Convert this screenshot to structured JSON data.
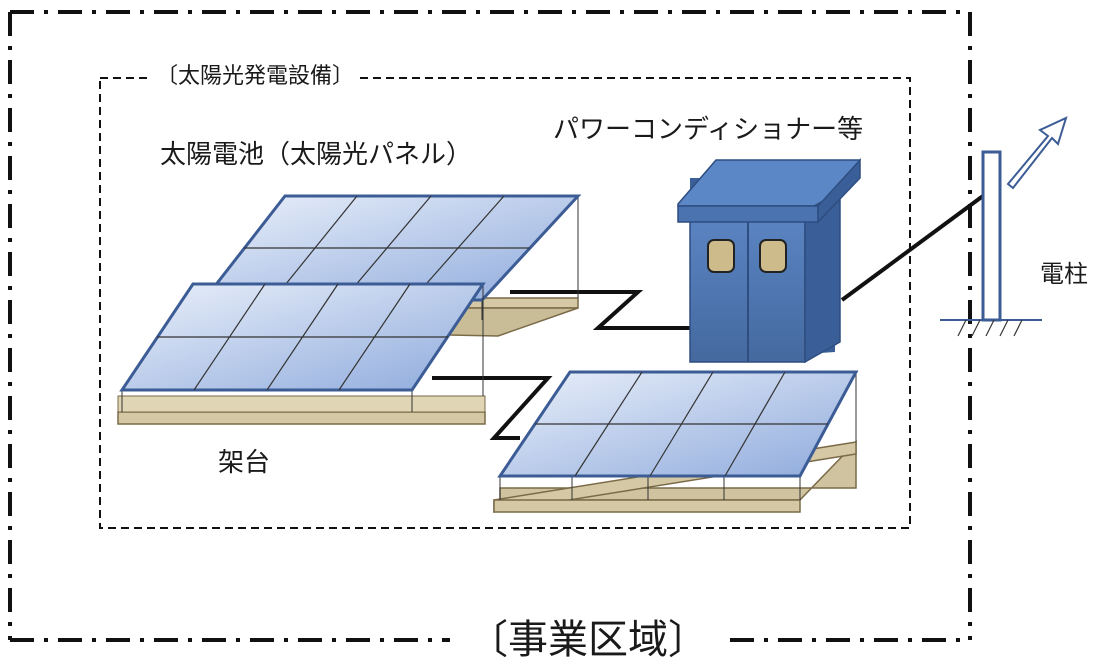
{
  "labels": {
    "facility": "〔太陽光発電設備〕",
    "panels": "太陽電池（太陽光パネル）",
    "pcs": "パワーコンディショナー等",
    "pole": "電柱",
    "frame": "架台",
    "site": "〔事業区域〕"
  },
  "colors": {
    "panel_fill": "#b4c8e8",
    "panel_stroke": "#3c5c96",
    "frame_fill": "#d5c9a5",
    "frame_stroke": "#7a6a48",
    "cabinet_front": "#4f79b8",
    "cabinet_side": "#3a5f98",
    "cabinet_top": "#5b87c7",
    "door_window": "#cdbb8c",
    "cable": "#111111"
  }
}
